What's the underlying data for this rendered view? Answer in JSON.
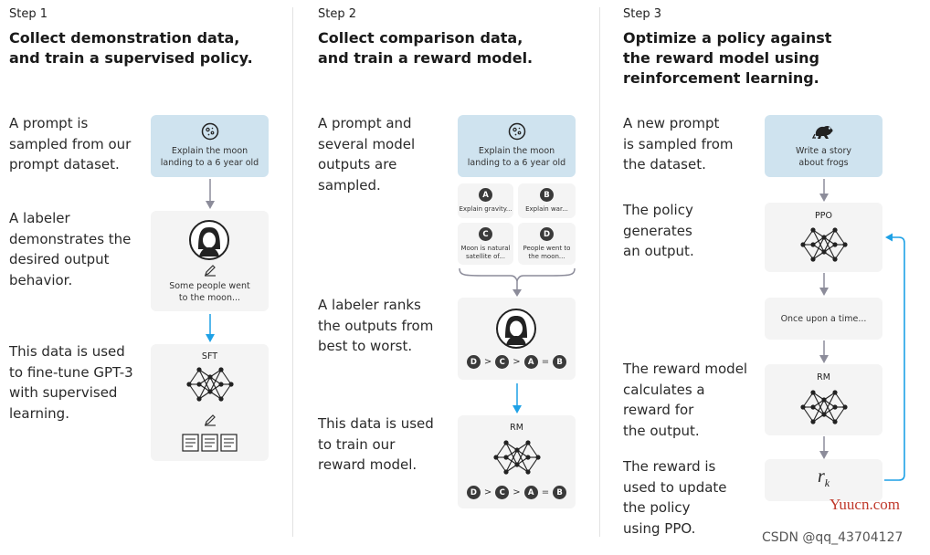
{
  "colors": {
    "arrow_gray": "#8c8c9a",
    "arrow_blue": "#1ea1e6",
    "prompt_card": "#cfe3ef",
    "card": "#f4f4f4"
  },
  "step1": {
    "label": "Step 1",
    "title": "Collect demonstration data,\nand train a supervised policy.",
    "desc1": "A prompt is\nsampled from our\nprompt dataset.",
    "desc2": "A labeler\ndemonstrates the\ndesired output\nbehavior.",
    "desc3": "This data is used\nto fine-tune GPT-3\nwith supervised\nlearning.",
    "prompt_text": "Explain the moon\nlanding to a 6 year old",
    "output_text": "Some people went\nto the moon...",
    "model_label": "SFT"
  },
  "step2": {
    "label": "Step 2",
    "title": "Collect comparison data,\nand train a reward model.",
    "desc1": "A prompt and\nseveral model\noutputs are\nsampled.",
    "desc2": "A labeler ranks\nthe outputs from\nbest to worst.",
    "desc3": "This data is used\nto train our\nreward model.",
    "prompt_text": "Explain the moon\nlanding to a 6 year old",
    "outputs": [
      {
        "letter": "A",
        "text": "Explain gravity..."
      },
      {
        "letter": "B",
        "text": "Explain war..."
      },
      {
        "letter": "C",
        "text": "Moon is natural\nsatellite of..."
      },
      {
        "letter": "D",
        "text": "People went to\nthe moon..."
      }
    ],
    "ranking": [
      "D",
      ">",
      "C",
      ">",
      "A",
      "=",
      "B"
    ],
    "model_label": "RM"
  },
  "step3": {
    "label": "Step 3",
    "title": "Optimize a policy against\nthe reward model using\nreinforcement learning.",
    "desc1": "A new prompt\nis sampled from\nthe dataset.",
    "desc2": "The policy\ngenerates\nan output.",
    "desc3": "The reward model\ncalculates a\nreward for\nthe output.",
    "desc4": "The reward is\nused to update\nthe policy\nusing PPO.",
    "prompt_text": "Write a story\nabout frogs",
    "policy_label": "PPO",
    "output_text": "Once upon a time...",
    "rm_label": "RM",
    "reward_symbol": "r",
    "reward_subscript": "k"
  },
  "watermark": {
    "site": "Yuucn.com",
    "author": "CSDN @qq_43704127"
  }
}
